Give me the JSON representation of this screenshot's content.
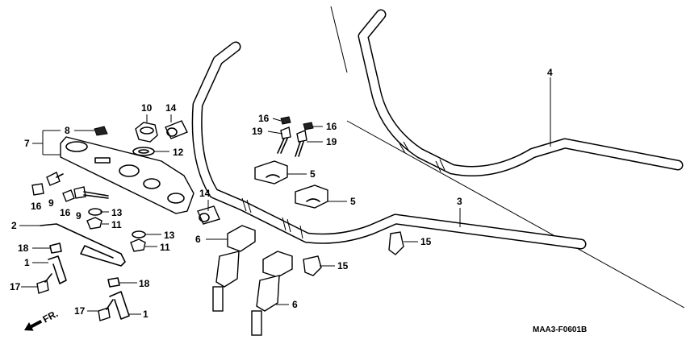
{
  "diagram": {
    "code": "MAA3-F0601B",
    "front_label": "FR.",
    "callouts": {
      "c1a": "1",
      "c1b": "1",
      "c2": "2",
      "c3": "3",
      "c4": "4",
      "c5a": "5",
      "c5b": "5",
      "c6a": "6",
      "c6b": "6",
      "c7": "7",
      "c8": "8",
      "c9a": "9",
      "c9b": "9",
      "c10": "10",
      "c11a": "11",
      "c11b": "11",
      "c12": "12",
      "c13a": "13",
      "c13b": "13",
      "c14a": "14",
      "c14b": "14",
      "c15a": "15",
      "c15b": "15",
      "c16a": "16",
      "c16b": "16",
      "c16c": "16",
      "c16d": "16",
      "c17a": "17",
      "c17b": "17",
      "c18a": "18",
      "c18b": "18",
      "c19a": "19",
      "c19b": "19"
    }
  }
}
